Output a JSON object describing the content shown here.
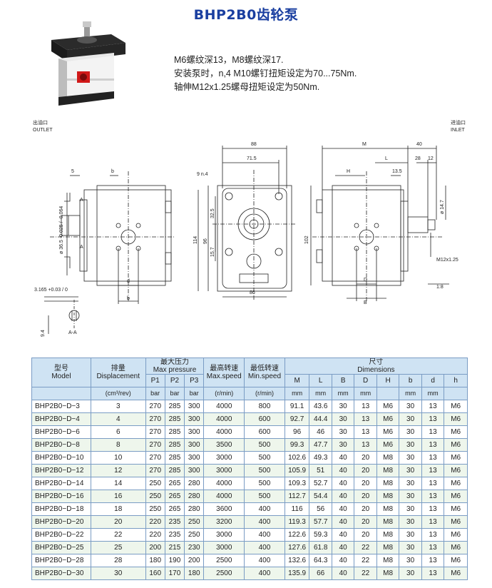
{
  "title": "BHP2B0齿轮泵",
  "notes": [
    "M6螺纹深13，M8螺纹深17.",
    "安装泵时，n,4 M10螺钉扭矩设定为70...75Nm.",
    "轴伸M12x1.25螺母扭矩设定为50Nm."
  ],
  "drawing": {
    "outlet_cn": "出油口",
    "outlet_en": "OUTLET",
    "inlet_cn": "进油口",
    "inlet_en": "INLET",
    "dims": {
      "d5": "5",
      "b": "b",
      "shaft_dia": "ø 36.5 -0.025 / -0.064",
      "A_top": "A",
      "A_bot": "A",
      "key": "3.165 +0.03 / 0",
      "h94": "9.4",
      "AA": "A-A",
      "d_low": "d",
      "b_low": "b",
      "d88": "88",
      "d715": "71.5",
      "n4": "9 n.4",
      "d325": "32.5",
      "d96": "96",
      "d114": "114",
      "d157": "15.7",
      "d86": "86",
      "M": "M",
      "L": "L",
      "d40": "40",
      "d28": "28",
      "d12": "12",
      "H": "H",
      "d135": "13.5",
      "d147": "ø 14.7",
      "d102": "102",
      "M12": "M12x1.25",
      "taper": "1:8",
      "D": "D",
      "B": "B"
    }
  },
  "table": {
    "headers": {
      "model_cn": "型号",
      "model_en": "Model",
      "disp_cn": "排量",
      "disp_en": "Displacement",
      "press_cn": "最大压力",
      "press_en": "Max pressure",
      "maxspeed_cn": "最高转速",
      "maxspeed_en": "Max.speed",
      "minspeed_cn": "最低转速",
      "minspeed_en": "Min.speed",
      "dim_cn": "尺寸",
      "dim_en": "Dimensions",
      "P1": "P1",
      "P2": "P2",
      "P3": "P3",
      "M": "M",
      "L": "L",
      "B": "B",
      "D": "D",
      "H": "H",
      "b": "b",
      "d": "d",
      "h": "h"
    },
    "units": {
      "disp": "(cm³/rev)",
      "p1": "bar",
      "p2": "bar",
      "p3": "bar",
      "maxspeed": "(r/min)",
      "minspeed": "(r/min)",
      "M": "mm",
      "L": "mm",
      "B": "mm",
      "D": "mm",
      "H": "",
      "b": "mm",
      "d": "mm",
      "h": ""
    },
    "rows": [
      [
        "BHP2B0−D−3",
        "3",
        "270",
        "285",
        "300",
        "4000",
        "800",
        "91.1",
        "43.6",
        "30",
        "13",
        "M6",
        "30",
        "13",
        "M6"
      ],
      [
        "BHP2B0−D−4",
        "4",
        "270",
        "285",
        "300",
        "4000",
        "600",
        "92.7",
        "44.4",
        "30",
        "13",
        "M6",
        "30",
        "13",
        "M6"
      ],
      [
        "BHP2B0−D−6",
        "6",
        "270",
        "285",
        "300",
        "4000",
        "600",
        "96",
        "46",
        "30",
        "13",
        "M6",
        "30",
        "13",
        "M6"
      ],
      [
        "BHP2B0−D−8",
        "8",
        "270",
        "285",
        "300",
        "3500",
        "500",
        "99.3",
        "47.7",
        "30",
        "13",
        "M6",
        "30",
        "13",
        "M6"
      ],
      [
        "BHP2B0−D−10",
        "10",
        "270",
        "285",
        "300",
        "3000",
        "500",
        "102.6",
        "49.3",
        "40",
        "20",
        "M8",
        "30",
        "13",
        "M6"
      ],
      [
        "BHP2B0−D−12",
        "12",
        "270",
        "285",
        "300",
        "3000",
        "500",
        "105.9",
        "51",
        "40",
        "20",
        "M8",
        "30",
        "13",
        "M6"
      ],
      [
        "BHP2B0−D−14",
        "14",
        "250",
        "265",
        "280",
        "4000",
        "500",
        "109.3",
        "52.7",
        "40",
        "20",
        "M8",
        "30",
        "13",
        "M6"
      ],
      [
        "BHP2B0−D−16",
        "16",
        "250",
        "265",
        "280",
        "4000",
        "500",
        "112.7",
        "54.4",
        "40",
        "20",
        "M8",
        "30",
        "13",
        "M6"
      ],
      [
        "BHP2B0−D−18",
        "18",
        "250",
        "265",
        "280",
        "3600",
        "400",
        "116",
        "56",
        "40",
        "20",
        "M8",
        "30",
        "13",
        "M6"
      ],
      [
        "BHP2B0−D−20",
        "20",
        "220",
        "235",
        "250",
        "3200",
        "400",
        "119.3",
        "57.7",
        "40",
        "20",
        "M8",
        "30",
        "13",
        "M6"
      ],
      [
        "BHP2B0−D−22",
        "22",
        "220",
        "235",
        "250",
        "3000",
        "400",
        "122.6",
        "59.3",
        "40",
        "20",
        "M8",
        "30",
        "13",
        "M6"
      ],
      [
        "BHP2B0−D−25",
        "25",
        "200",
        "215",
        "230",
        "3000",
        "400",
        "127.6",
        "61.8",
        "40",
        "22",
        "M8",
        "30",
        "13",
        "M6"
      ],
      [
        "BHP2B0−D−28",
        "28",
        "180",
        "190",
        "200",
        "2500",
        "400",
        "132.6",
        "64.3",
        "40",
        "22",
        "M8",
        "30",
        "13",
        "M6"
      ],
      [
        "BHP2B0−D−30",
        "30",
        "160",
        "170",
        "180",
        "2500",
        "400",
        "135.9",
        "66",
        "40",
        "22",
        "M8",
        "30",
        "13",
        "M6"
      ]
    ]
  }
}
